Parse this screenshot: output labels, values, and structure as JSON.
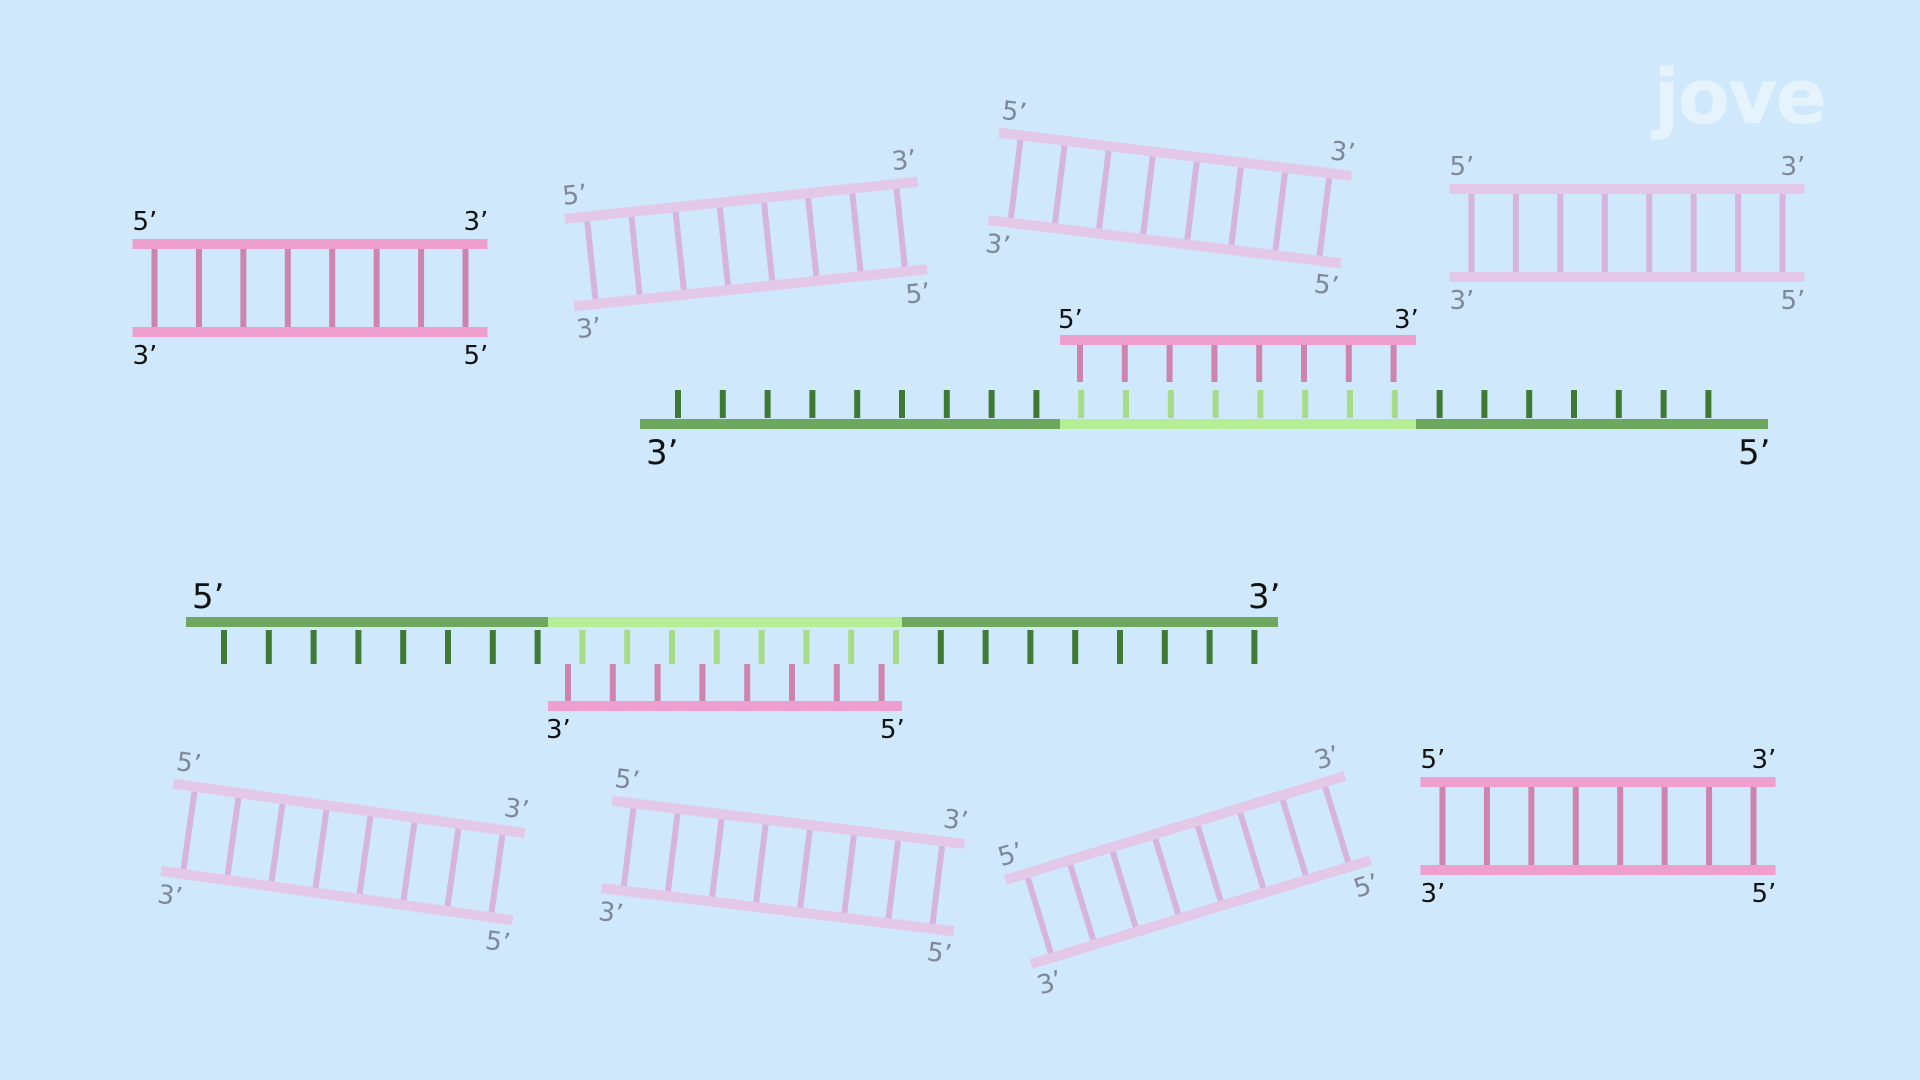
{
  "brand": {
    "logo_text": "jove"
  },
  "colors": {
    "background": "#cfe8fb",
    "probe_strong": "#ee9fce",
    "probe_rung_strong": "#cf84b0",
    "probe_faded": "#e3c8e8",
    "probe_rung_faded": "#d7b4de",
    "target_strand": "#6ea85e",
    "target_rung": "#3f7a34",
    "hybrid_region": "#b5ee95",
    "hybrid_rung": "#a4dd86",
    "label_strong": "#111111",
    "label_faded": "#7f8896"
  },
  "labels": {
    "five_prime": "5’",
    "three_prime": "3’"
  },
  "probe_count": 10,
  "target_strand_count": 2
}
